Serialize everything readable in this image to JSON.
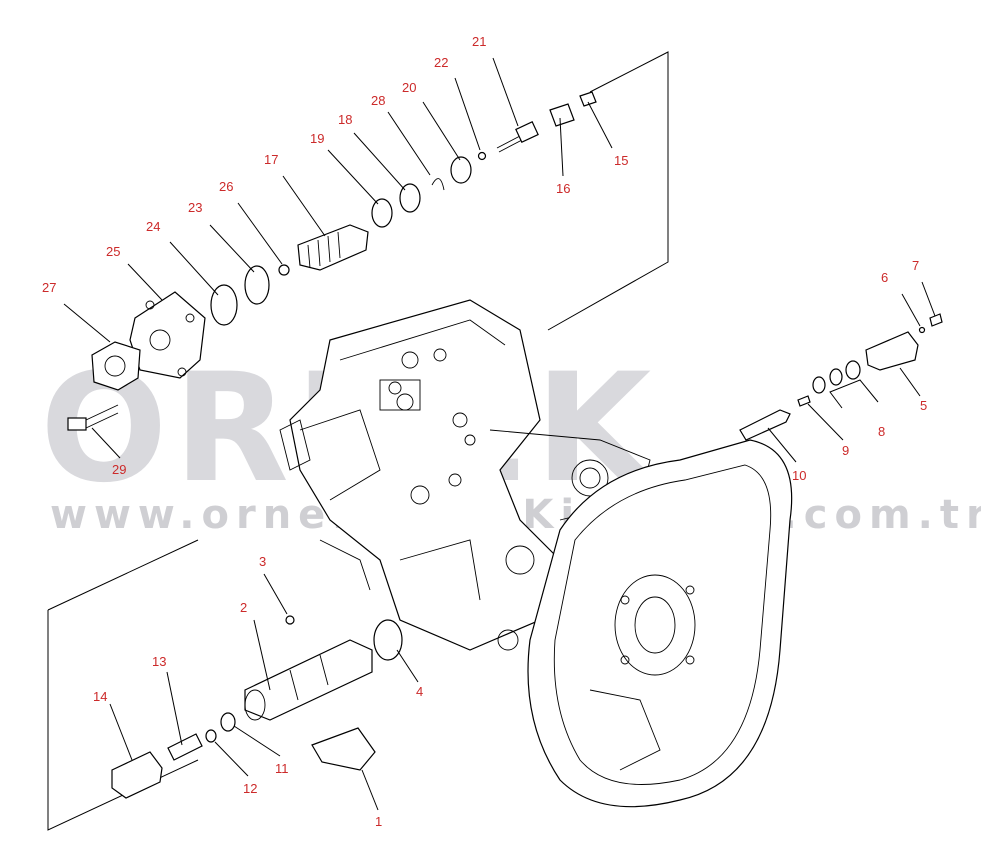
{
  "watermark": {
    "logo": "ORNEK",
    "url": "www.orneKiStanKisiMlari.com.tr"
  },
  "callouts": [
    {
      "id": "c1",
      "text": "1"
    },
    {
      "id": "c2",
      "text": "2"
    },
    {
      "id": "c3",
      "text": "3"
    },
    {
      "id": "c4",
      "text": "4"
    },
    {
      "id": "c5",
      "text": "5"
    },
    {
      "id": "c6",
      "text": "6"
    },
    {
      "id": "c7",
      "text": "7"
    },
    {
      "id": "c8",
      "text": "8"
    },
    {
      "id": "c9",
      "text": "9"
    },
    {
      "id": "c10",
      "text": "10"
    },
    {
      "id": "c11",
      "text": "11"
    },
    {
      "id": "c12",
      "text": "12"
    },
    {
      "id": "c13",
      "text": "13"
    },
    {
      "id": "c14",
      "text": "14"
    },
    {
      "id": "c15",
      "text": "15"
    },
    {
      "id": "c16",
      "text": "16"
    },
    {
      "id": "c17",
      "text": "17"
    },
    {
      "id": "c18",
      "text": "18"
    },
    {
      "id": "c19",
      "text": "19"
    },
    {
      "id": "c20",
      "text": "20"
    },
    {
      "id": "c21",
      "text": "21"
    },
    {
      "id": "c22",
      "text": "22"
    },
    {
      "id": "c23",
      "text": "23"
    },
    {
      "id": "c24",
      "text": "24"
    },
    {
      "id": "c25",
      "text": "25"
    },
    {
      "id": "c26",
      "text": "26"
    },
    {
      "id": "c27",
      "text": "27"
    },
    {
      "id": "c28",
      "text": "28"
    },
    {
      "id": "c29",
      "text": "29"
    }
  ],
  "colors": {
    "label": "#cc2a2a",
    "line": "#000000",
    "watermark": "#d6d6da"
  }
}
